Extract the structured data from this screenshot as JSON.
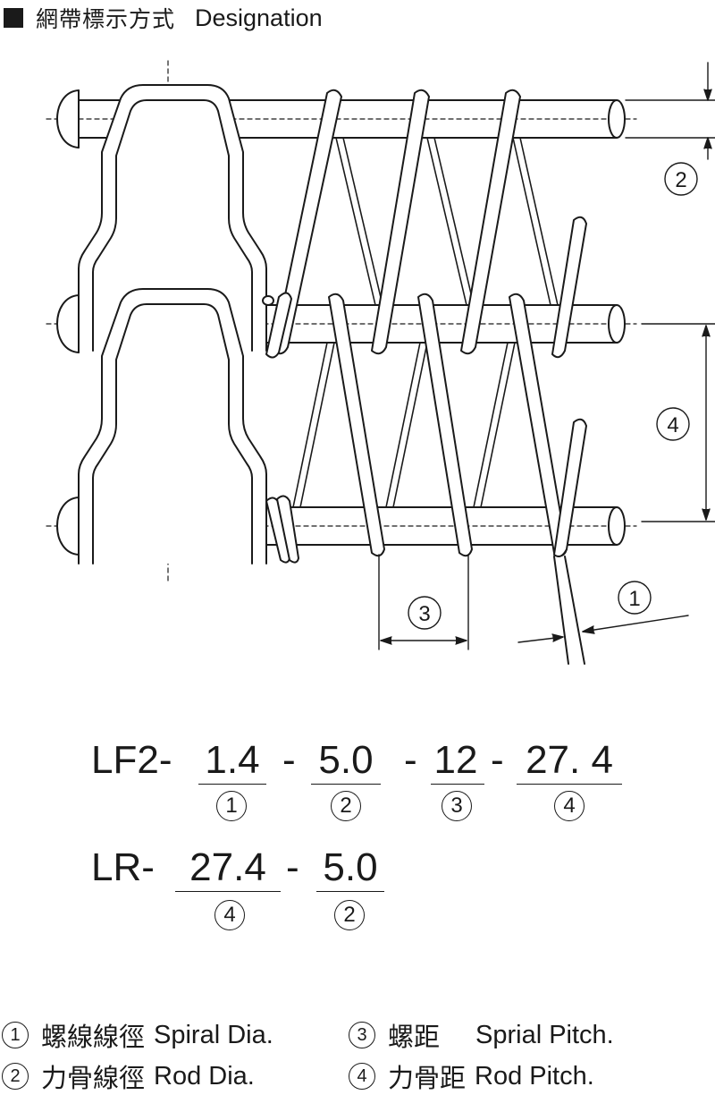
{
  "header": {
    "title_cjk": "網帶標示方式",
    "title_en": "Designation"
  },
  "callouts": {
    "c1": "1",
    "c2": "2",
    "c3": "3",
    "c4": "4"
  },
  "code_lf": {
    "prefix": "LF2-",
    "seg1": "1.4",
    "sep1": "-",
    "seg2": "5.0",
    "sep2": "-",
    "seg3": "12",
    "sep3": "-",
    "seg4": "27. 4",
    "n1": "1",
    "n2": "2",
    "n3": "3",
    "n4": "4"
  },
  "code_lr": {
    "prefix": "LR-",
    "seg1": "27.4",
    "sep1": "-",
    "seg2": "5.0",
    "n1": "4",
    "n2": "2"
  },
  "legend": {
    "item1": {
      "num": "1",
      "cjk": "螺線線徑",
      "en": "Spiral Dia."
    },
    "item2": {
      "num": "2",
      "cjk": "力骨線徑",
      "en": "Rod Dia."
    },
    "item3": {
      "num": "3",
      "cjk": "螺距",
      "en": "Sprial Pitch."
    },
    "item4": {
      "num": "4",
      "cjk": "力骨距",
      "en": "Rod Pitch."
    }
  }
}
